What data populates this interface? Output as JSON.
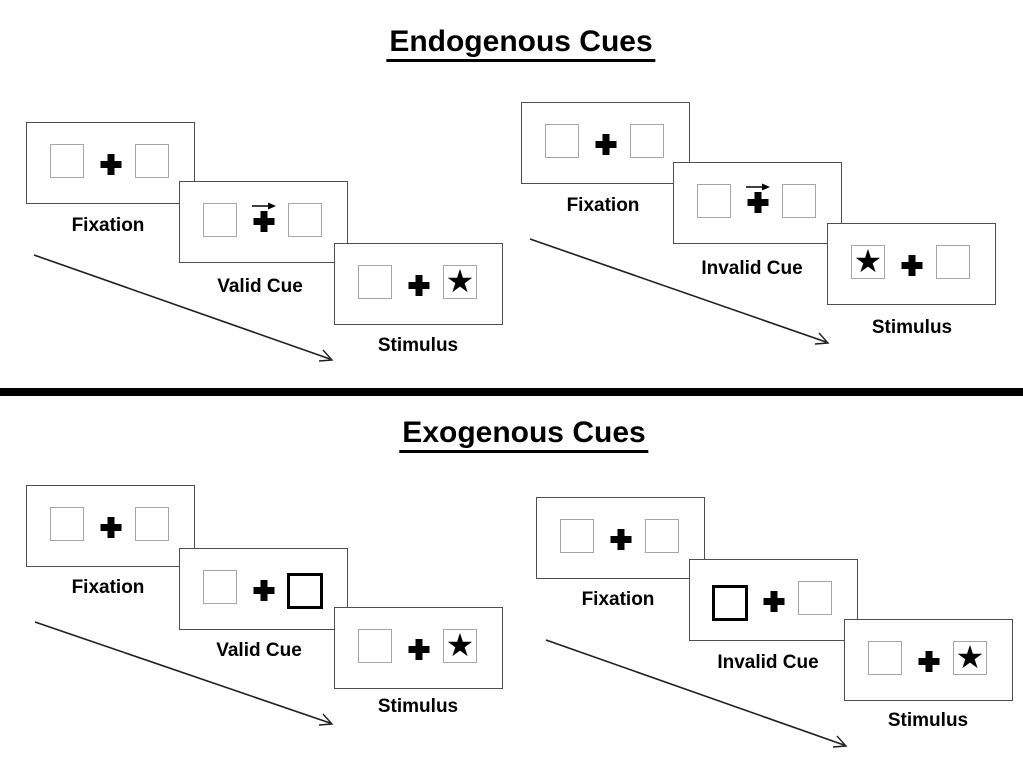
{
  "titles": {
    "endogenous": "Endogenous Cues",
    "exogenous": "Exogenous Cues"
  },
  "labels": {
    "fixation": "Fixation",
    "valid_cue": "Valid Cue",
    "invalid_cue": "Invalid Cue",
    "stimulus": "Stimulus"
  },
  "symbols": {
    "star": "★"
  },
  "colors": {
    "ink": "#000000",
    "panel_border": "#4f4f4f",
    "box_border": "#a6a6a6",
    "background": "#ffffff"
  }
}
